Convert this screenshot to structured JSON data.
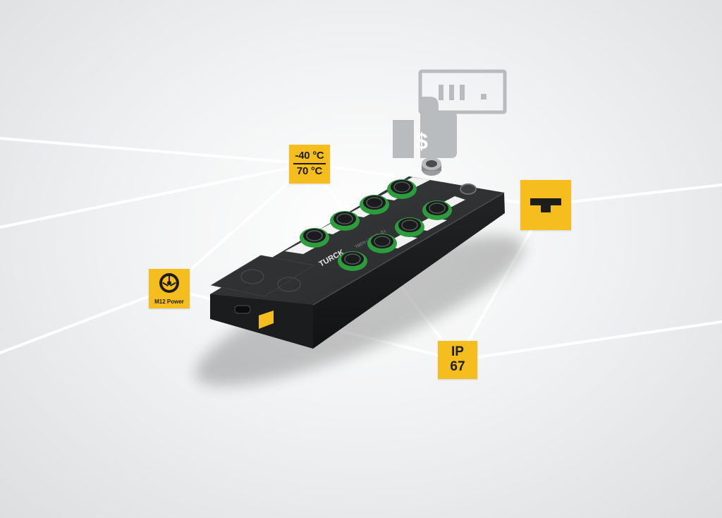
{
  "badges": {
    "temperature": {
      "min": "-40 °C",
      "max": "70 °C"
    },
    "m12_power": {
      "label": "M12 Power",
      "icon": "m12-connector-icon"
    },
    "ip_rating": {
      "line1": "IP",
      "line2": "67"
    },
    "brand_logo": {
      "icon": "t-logo-icon"
    }
  },
  "cost_icon": {
    "icon": "thumbs-up-dollar-icon",
    "symbol": "$"
  },
  "device": {
    "brand": "TURCK",
    "model": "TBEN-L1-8IOL-S1"
  },
  "colors": {
    "badge_yellow": "#f5bd1e",
    "housing_black": "#2b2d2f",
    "connector_green": "#2c9c3c",
    "icon_gray": "#b9bcbf",
    "background": "#eceef0"
  }
}
